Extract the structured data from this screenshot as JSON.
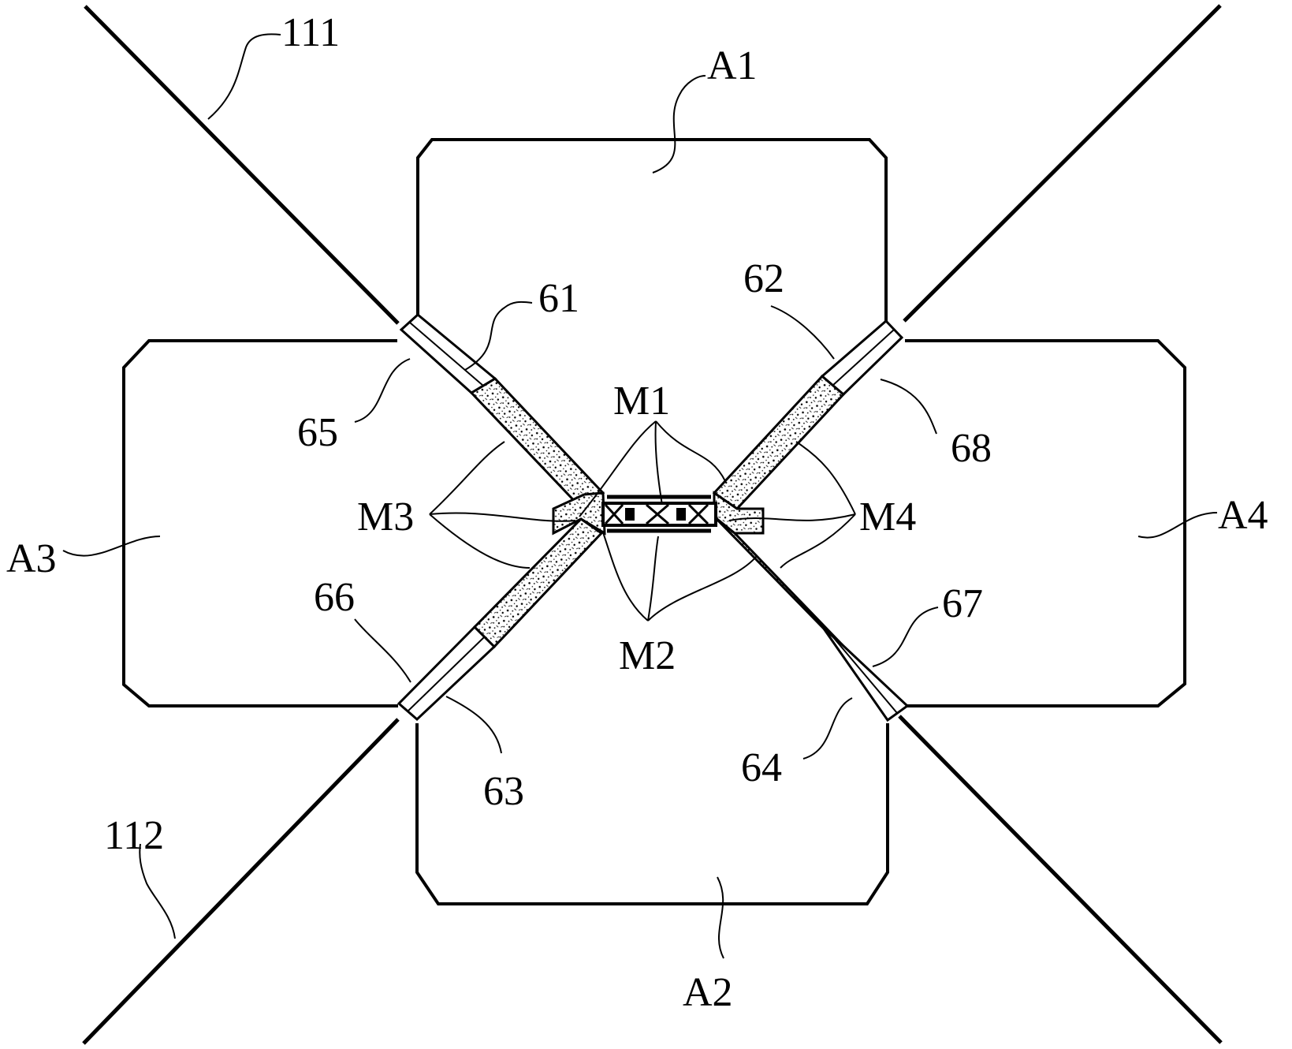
{
  "labels": {
    "line_111": "111",
    "line_112": "112",
    "region_a1": "A1",
    "region_a2": "A2",
    "region_a3": "A3",
    "region_a4": "A4",
    "item_61": "61",
    "item_62": "62",
    "item_63": "63",
    "item_64": "64",
    "item_65": "65",
    "item_66": "66",
    "item_67": "67",
    "item_68": "68",
    "m1": "M1",
    "m2": "M2",
    "m3": "M3",
    "m4": "M4"
  },
  "colors": {
    "ink": "#000000",
    "background": "#ffffff"
  }
}
